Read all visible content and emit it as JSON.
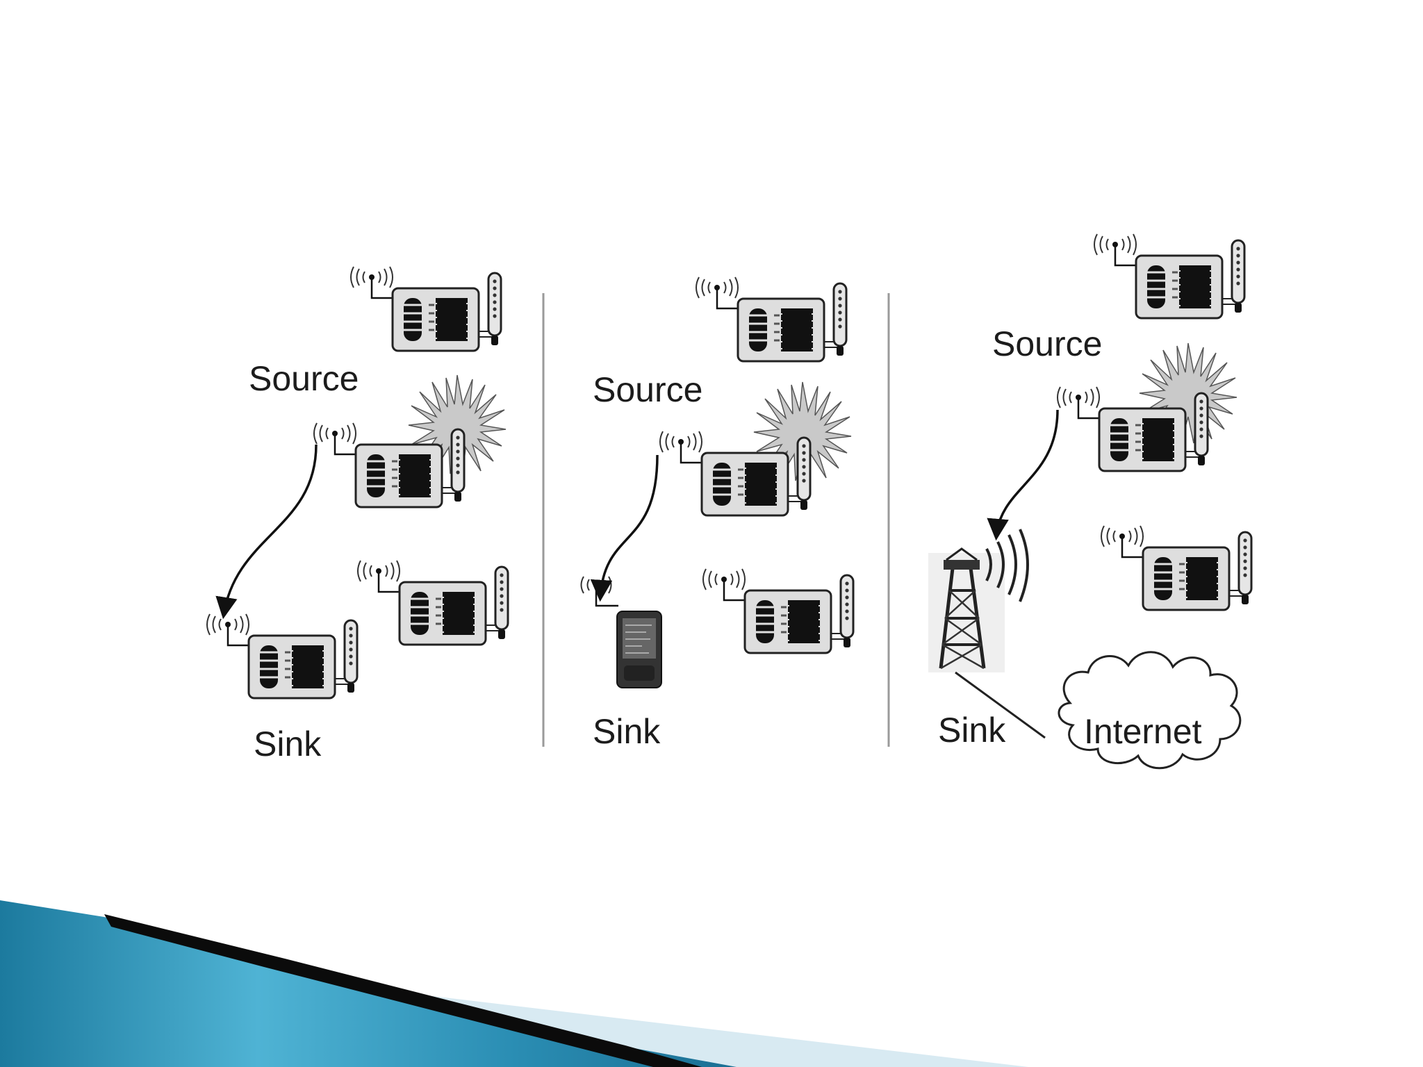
{
  "panels": [
    {
      "source_label": "Source",
      "sink_label": "Sink",
      "sink_type": "sensor-node"
    },
    {
      "source_label": "Source",
      "sink_label": "Sink",
      "sink_type": "handheld-device"
    },
    {
      "source_label": "Source",
      "sink_label": "Sink",
      "sink_type": "radio-tower",
      "network_label": "Internet"
    }
  ],
  "colors": {
    "node_fill": "#dedede",
    "ink": "#111111",
    "divider": "#9a9a9a",
    "footer_teal": "#2e8fb3",
    "footer_light": "#d8eaf2"
  },
  "icons": [
    "antenna-icon",
    "sensor-node-icon",
    "thermometer-icon",
    "burst-icon",
    "pda-icon",
    "tower-icon",
    "cloud-icon"
  ]
}
